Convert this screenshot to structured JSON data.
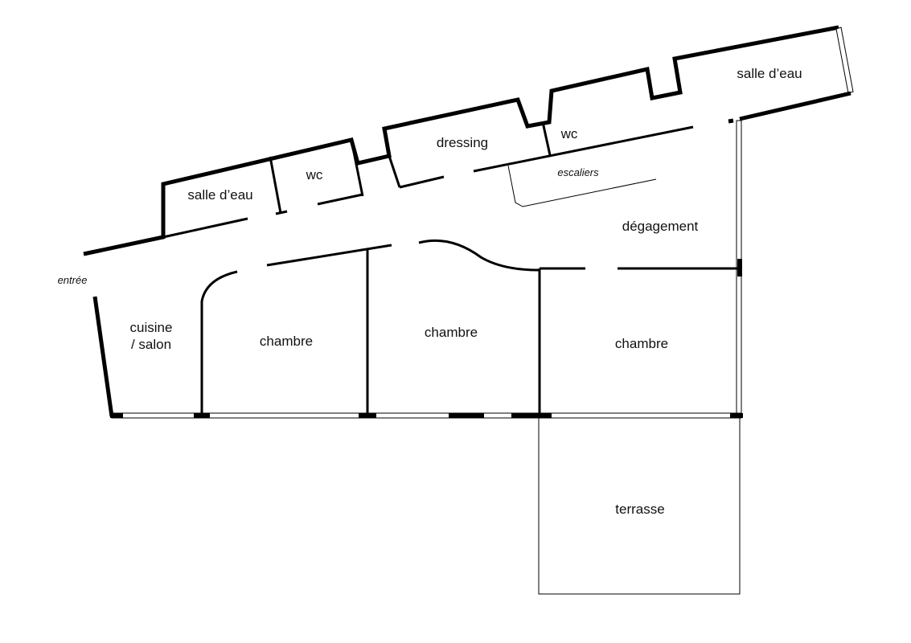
{
  "plan": {
    "rooms": {
      "salle_eau_left": "salle d’eau",
      "wc_left": "wc",
      "dressing": "dressing",
      "wc_right": "wc",
      "salle_eau_right": "salle d’eau",
      "escaliers": "escaliers",
      "degagement": "dégagement",
      "entree": "entrée",
      "cuisine_line1": "cuisine",
      "cuisine_line2": "/ salon",
      "chambre_1": "chambre",
      "chambre_2": "chambre",
      "chambre_3": "chambre",
      "terrasse": "terrasse"
    },
    "colors": {
      "wall": "#000000",
      "background": "#ffffff"
    }
  }
}
